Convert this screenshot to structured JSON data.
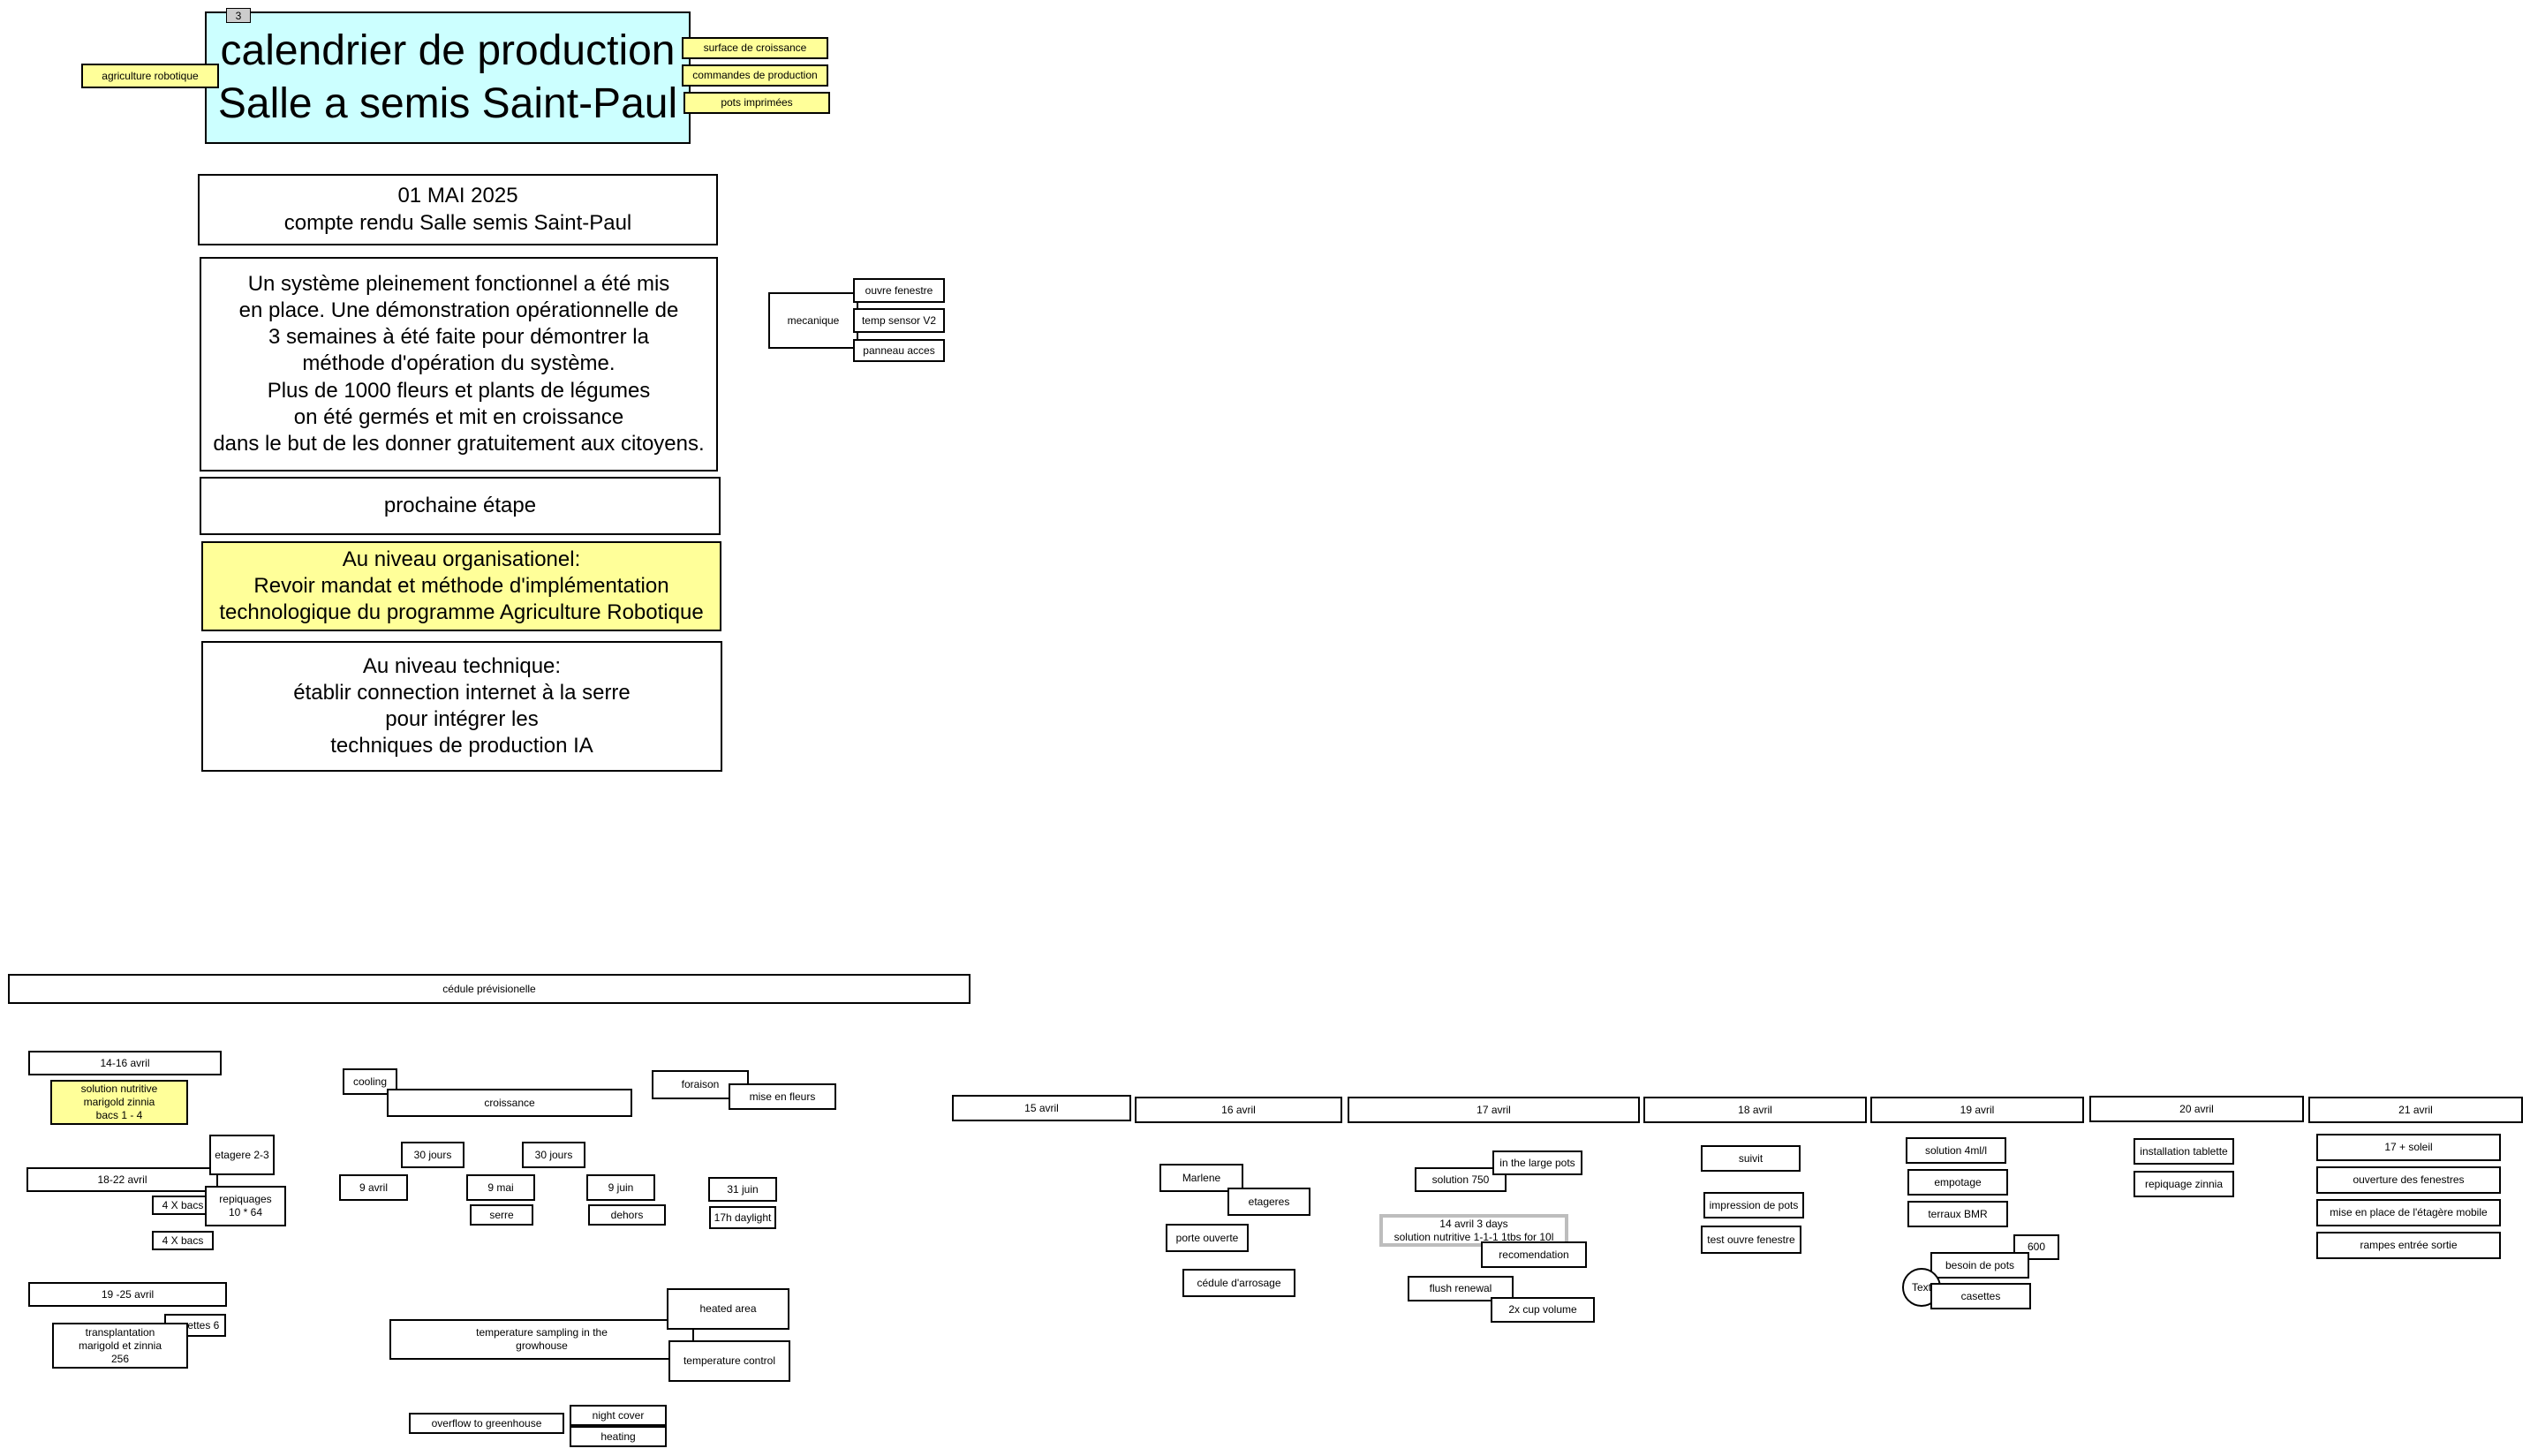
{
  "header": {
    "badge": "3",
    "title": "calendrier de production\nSalle a semis Saint-Paul",
    "tags": {
      "agriculture": "agriculture robotique",
      "surface": "surface de croissance",
      "commandes": "commandes de production",
      "pots": "pots imprimées"
    }
  },
  "report": {
    "date_block": "01 MAI 2025\ncompte rendu Salle semis Saint-Paul",
    "summary": "Un système pleinement fonctionnel a été mis\nen place.  Une démonstration opérationnelle de\n3 semaines à été faite pour démontrer la\nméthode d'opération du système.\nPlus de 1000 fleurs et plants de légumes\non été germés et mit en croissance\ndans le but de les donner gratuitement aux citoyens.",
    "next_step": "prochaine étape",
    "organisational": "Au niveau organisationel:\nRevoir mandat et méthode d'implémentation\ntechnologique du programme Agriculture Robotique",
    "technical": "Au niveau technique:\nétablir connection internet à la serre\npour intégrer les\ntechniques de production IA"
  },
  "mechanics": {
    "root": "mecanique",
    "items": [
      "ouvre fenestre",
      "temp sensor V2",
      "panneau acces"
    ]
  },
  "schedule": {
    "title": "cédule prévisionelle",
    "periods": {
      "p1": "14-16 avril",
      "p1_note": "solution nutritive\nmarigold zinnia\nbacs 1 - 4",
      "p2": "18-22 avril",
      "etagere": "etagere 2-3",
      "bacs1": "4 X bacs",
      "repiquages": "repiquages\n10 * 64",
      "bacs2": "4 X bacs",
      "p3": "19 -25 avril",
      "casettes": "casettes 6",
      "transplantation": "transplantation\nmarigold et zinnia\n256"
    },
    "phases": {
      "cooling": "cooling",
      "croissance": "croissance",
      "foraison": "foraison",
      "mise_en_fleurs": "mise en fleurs",
      "jours1": "30 jours",
      "jours2": "30 jours",
      "d1": "9 avril",
      "d2": "9 mai",
      "d3": "9 juin",
      "d4": "31 juin",
      "serre": "serre",
      "dehors": "dehors",
      "daylight": "17h daylight"
    },
    "environment": {
      "sampling": "temperature sampling in the\ngrowhouse",
      "heated": "heated area",
      "control": "temperature control",
      "overflow": "overflow to greenhouse",
      "night": "night cover",
      "heating": "heating"
    }
  },
  "days": {
    "d15": "15 avril",
    "d16": "16 avril",
    "d16_items": [
      "Marlene",
      "etageres",
      "porte ouverte",
      "cédule d'arrosage"
    ],
    "d17": "17 avril",
    "d17_items": [
      "solution 750",
      "in the large pots",
      "14 avril 3 days\nsolution nutritive 1-1-1 1tbs for 10l",
      "recomendation",
      "flush renewal",
      "2x cup volume"
    ],
    "d18": "18 avril",
    "d18_items": [
      "suivit",
      "impression de pots",
      "test ouvre fenestre"
    ],
    "d19": "19 avril",
    "d19_items": [
      "solution 4ml/l",
      "empotage",
      "terraux BMR",
      "600",
      "besoin de pots",
      "Text",
      "casettes"
    ],
    "d20": "20 avril",
    "d20_items": [
      "installation tablette",
      "repiquage zinnia"
    ],
    "d21": "21 avril",
    "d21_items": [
      "17 + soleil",
      "ouverture des fenestres",
      "mise en place de l'étagère mobile",
      "rampes entrée sortie"
    ]
  }
}
